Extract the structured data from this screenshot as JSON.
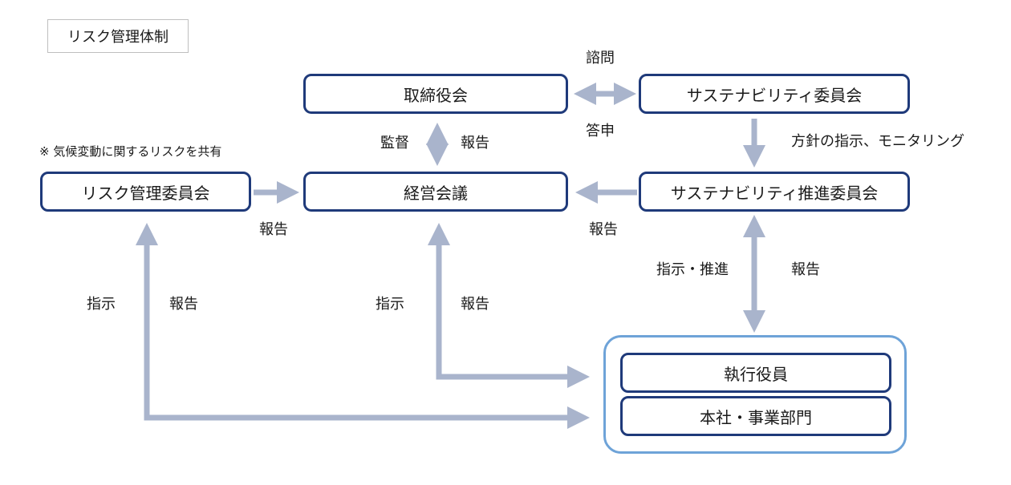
{
  "title": "リスク管理体制",
  "note": "※ 気候変動に関するリスクを共有",
  "nodes": {
    "board": "取締役会",
    "sustainability_committee": "サステナビリティ委員会",
    "risk_committee": "リスク管理委員会",
    "management_meeting": "経営会議",
    "sustainability_promotion_committee": "サステナビリティ推進委員会",
    "executive_officers": "執行役員",
    "head_office_divisions": "本社・事業部門"
  },
  "labels": {
    "consultation": "諮問",
    "report_back": "答申",
    "supervision": "監督",
    "report_board": "報告",
    "policy_monitoring": "方針の指示、モニタリング",
    "report_risk": "報告",
    "report_promotion": "報告",
    "instruct_promote": "指示・推進",
    "report_exec": "報告",
    "instruct_left": "指示",
    "report_left": "報告",
    "instruct_mid": "指示",
    "report_mid": "報告"
  },
  "colors": {
    "node_border": "#1f3a7a",
    "group_border": "#6ea3d8",
    "arrow": "#a9b4cc"
  }
}
